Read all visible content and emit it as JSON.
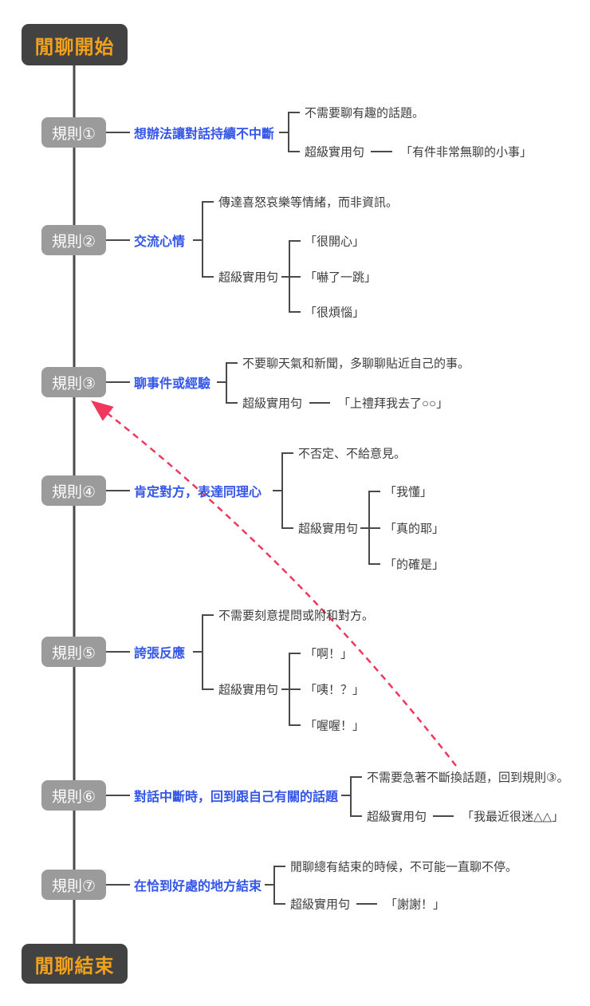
{
  "colors": {
    "terminal_bg": "#424242",
    "terminal_text_orange": "#F2A11C",
    "rule_box_gray": "#9B9B9B",
    "label_blue": "#3355E8",
    "line_gray": "#4A4A4A",
    "return_arrow_red": "#F0385C"
  },
  "terminals": {
    "start": "閒聊開始",
    "end": "閒聊結束"
  },
  "phrase_label": "超級實用句",
  "rules": [
    {
      "id": "規則①",
      "label": "想辦法讓對話持續不中斷",
      "note": "不需要聊有趣的話題。",
      "phrases": [
        "「有件非常無聊的小事」"
      ]
    },
    {
      "id": "規則②",
      "label": "交流心情",
      "note": "傳達喜怒哀樂等情緒，而非資訊。",
      "phrases": [
        "「很開心」",
        "「嚇了一跳」",
        "「很煩惱」"
      ]
    },
    {
      "id": "規則③",
      "label": "聊事件或經驗",
      "note": "不要聊天氣和新聞，多聊聊貼近自己的事。",
      "phrases": [
        "「上禮拜我去了○○」"
      ]
    },
    {
      "id": "規則④",
      "label": "肯定對方，表達同理心",
      "note": "不否定、不給意見。",
      "phrases": [
        "「我懂」",
        "「真的耶」",
        "「的確是」"
      ]
    },
    {
      "id": "規則⑤",
      "label": "誇張反應",
      "note": "不需要刻意提問或附和對方。",
      "phrases": [
        "「啊！」",
        "「咦！？」",
        "「喔喔！」"
      ]
    },
    {
      "id": "規則⑥",
      "label": "對話中斷時，回到跟自己有關的話題",
      "note": "不需要急著不斷換話題，回到規則③。",
      "phrases": [
        "「我最近很迷△△」"
      ]
    },
    {
      "id": "規則⑦",
      "label": "在恰到好處的地方結束",
      "note": "閒聊總有結束的時候，不可能一直聊不停。",
      "phrases": [
        "「謝謝！」"
      ]
    }
  ]
}
